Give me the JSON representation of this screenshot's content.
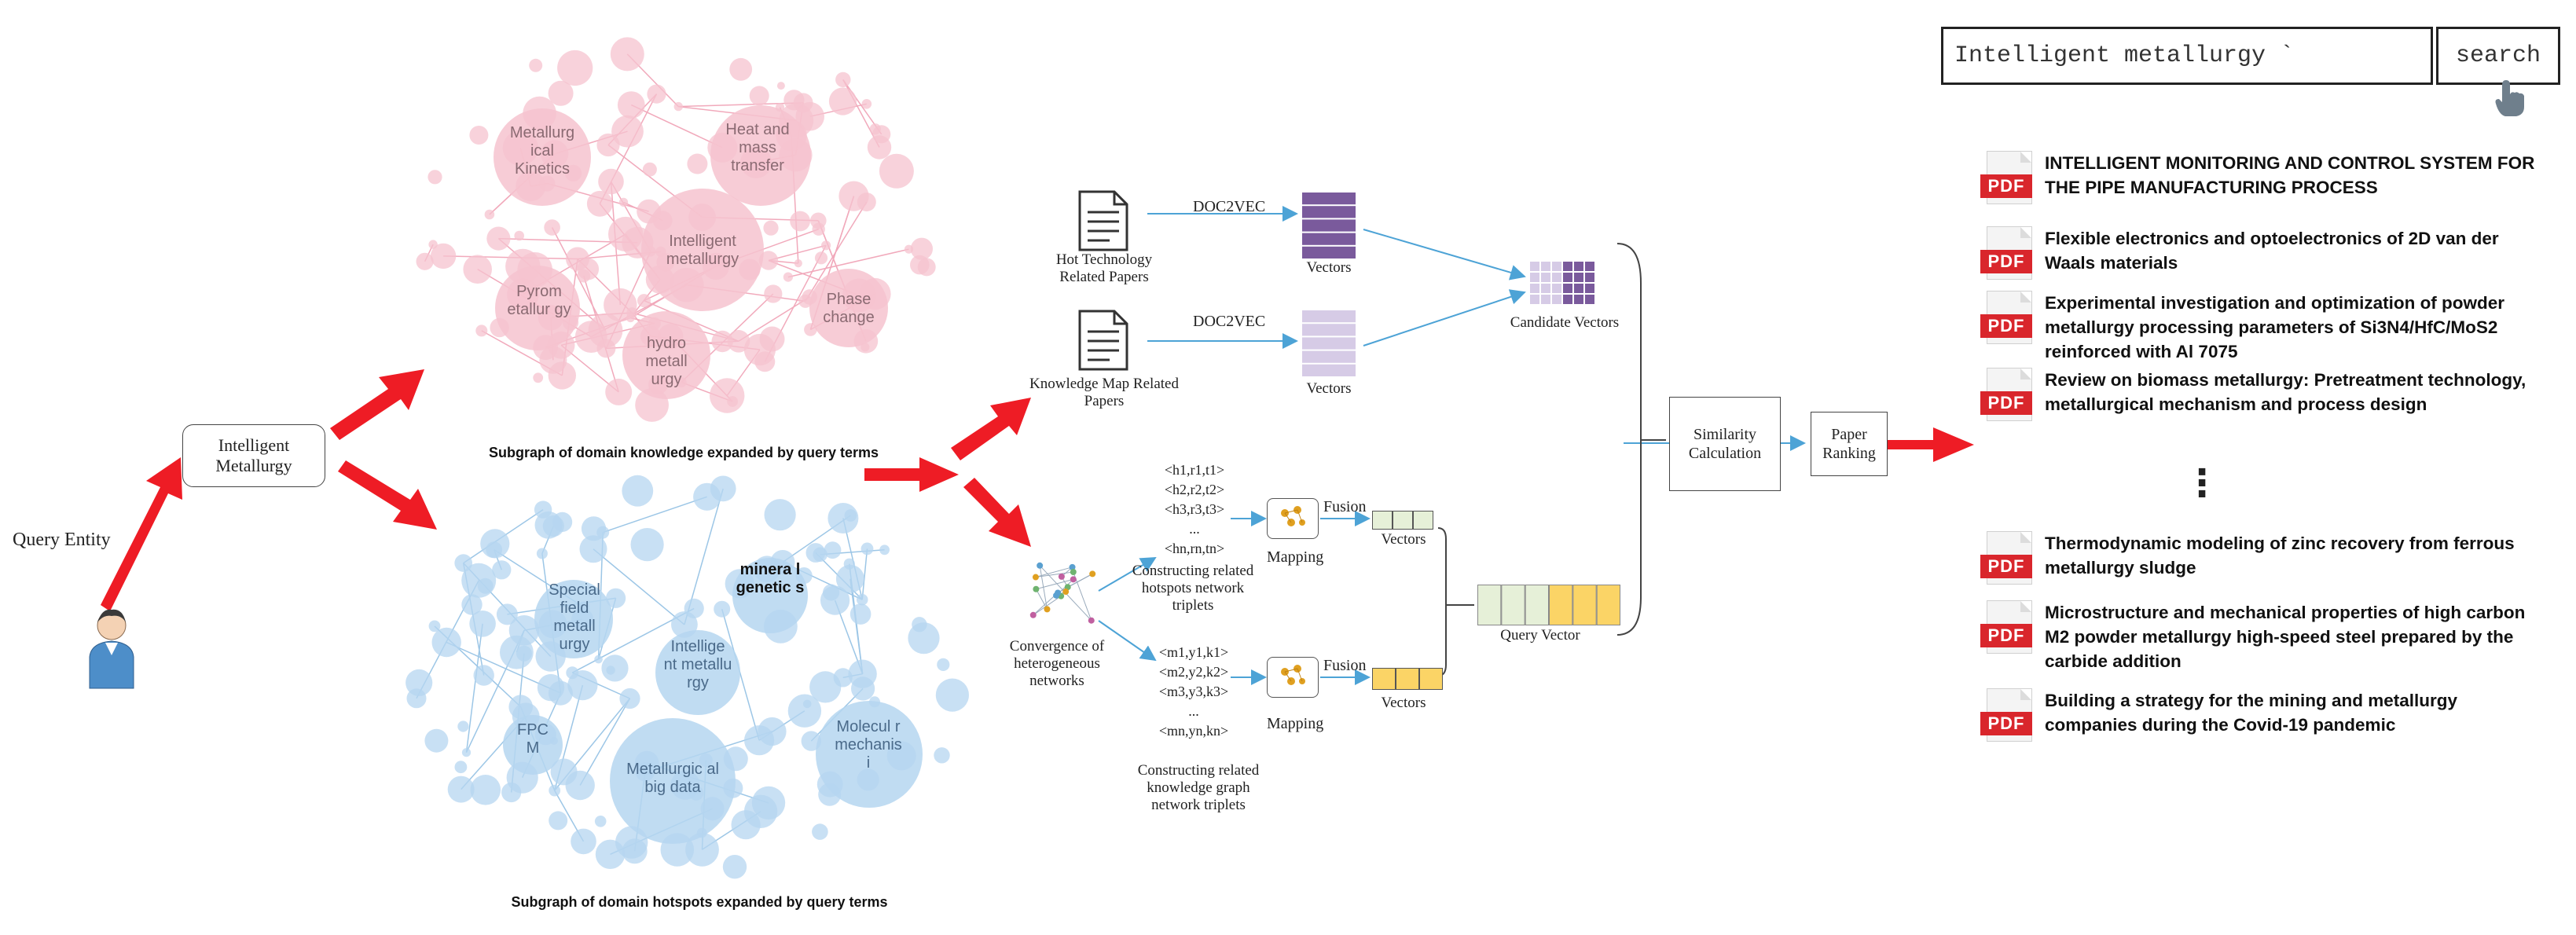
{
  "query_entity": "Query Entity",
  "query_term": "Intelligent Metallurgy",
  "knowledge_graph": {
    "caption": "Subgraph of domain knowledge expanded by query terms",
    "nodes": [
      "Metallurg ical Kinetics",
      "Heat and mass transfer",
      "Intelligent metallurgy",
      "Pyrom etallur gy",
      "hydro metall urgy",
      "Phase change"
    ]
  },
  "hotspot_graph": {
    "caption": "Subgraph of domain hotspots expanded by query terms",
    "nodes": [
      "Special field metall urgy",
      "minera l genetic s",
      "Intellige nt metallu rgy",
      "FPC M",
      "Metallurgic al big data",
      "Molecul r mechanis i"
    ]
  },
  "pipeline": {
    "hot_papers": "Hot Technology Related Papers",
    "km_papers": "Knowledge Map Related Papers",
    "doc2vec_1": "DOC2VEC",
    "doc2vec_2": "DOC2VEC",
    "vectors_1": "Vectors",
    "vectors_2": "Vectors",
    "candidate_vectors": "Candidate Vectors",
    "convergence": "Convergence of heterogeneous networks",
    "triplets_hot": [
      "<h1,r1,t1>",
      "<h2,r2,t2>",
      "<h3,r3,t3>",
      "...",
      "<hn,rn,tn>"
    ],
    "triplets_hot_caption": "Constructing related hotspots network triplets",
    "triplets_kg": [
      "<m1,y1,k1>",
      "<m2,y2,k2>",
      "<m3,y3,k3>",
      "...",
      "<mn,yn,kn>"
    ],
    "triplets_kg_caption": "Constructing related knowledge graph network triplets",
    "mapping_1": "Mapping",
    "mapping_2": "Mapping",
    "fusion_1": "Fusion",
    "fusion_2": "Fusion",
    "vectors_3": "Vectors",
    "vectors_4": "Vectors",
    "query_vector": "Query Vector",
    "similarity": "Similarity Calculation",
    "ranking": "Paper Ranking"
  },
  "search": {
    "value": "Intelligent metallurgy `",
    "button_label": "search"
  },
  "results": [
    {
      "badge": "PDF",
      "title": "INTELLIGENT MONITORING AND CONTROL SYSTEM FOR THE PIPE MANUFACTURING PROCESS"
    },
    {
      "badge": "PDF",
      "title": "Flexible electronics and optoelectronics of 2D van der Waals materials"
    },
    {
      "badge": "PDF",
      "title": "Experimental investigation and optimization of powder metallurgy processing parameters of Si3N4/HfC/MoS2 reinforced with Al 7075"
    },
    {
      "badge": "PDF",
      "title": "Review on biomass metallurgy: Pretreatment technology, metallurgical mechanism and process design"
    },
    {
      "badge": "PDF",
      "title": "Thermodynamic modeling of zinc recovery from ferrous metallurgy sludge"
    },
    {
      "badge": "PDF",
      "title": "Microstructure and mechanical properties of high carbon M2 powder metallurgy high-speed steel prepared by the carbide addition"
    },
    {
      "badge": "PDF",
      "title": "Building a strategy for the mining and metallurgy companies during the Covid-19 pandemic"
    }
  ],
  "ellipsis": "⋮",
  "colors": {
    "arrow": "#ee1c25",
    "pink": "#f6c3cf",
    "blue": "#b5d6f0",
    "purple": "#8064a2",
    "yellow": "#fbd466",
    "green": "#e6f0d8",
    "pdf_red": "#d9262c"
  }
}
